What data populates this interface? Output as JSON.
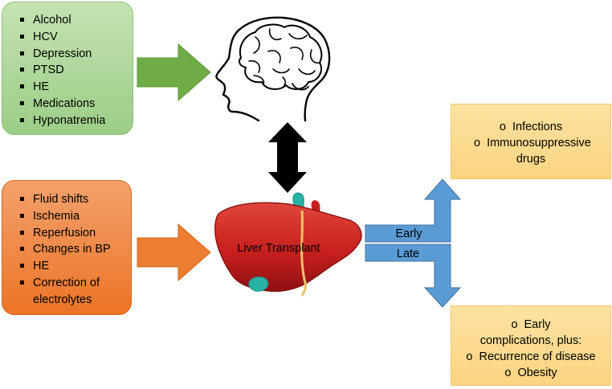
{
  "pre_factors": {
    "items": [
      "Alcohol",
      "HCV",
      "Depression",
      "PTSD",
      "HE",
      "Medications",
      "Hyponatremia"
    ]
  },
  "peri_factors": {
    "items": [
      "Fluid shifts",
      "Ischemia",
      "Reperfusion",
      "Changes in BP",
      "HE",
      "Correction of electrolytes"
    ]
  },
  "center": {
    "label": "Liver Transplant"
  },
  "branches": {
    "early_label": "Early",
    "late_label": "Late"
  },
  "early_box": {
    "marker": "o",
    "items": [
      "Infections",
      "Immunosuppressive drugs"
    ]
  },
  "late_box": {
    "marker": "o",
    "items": [
      "Early complications, plus:",
      "Recurrence of disease",
      "Obesity"
    ]
  },
  "colors": {
    "green_arrow": "#6fac46",
    "orange_arrow": "#ed7d31",
    "blue_arrow": "#5b9bd5",
    "liver": "#c8201e",
    "double_arrow": "#000000"
  },
  "icons": {
    "head": "brain-head-icon",
    "liver": "liver-icon"
  }
}
